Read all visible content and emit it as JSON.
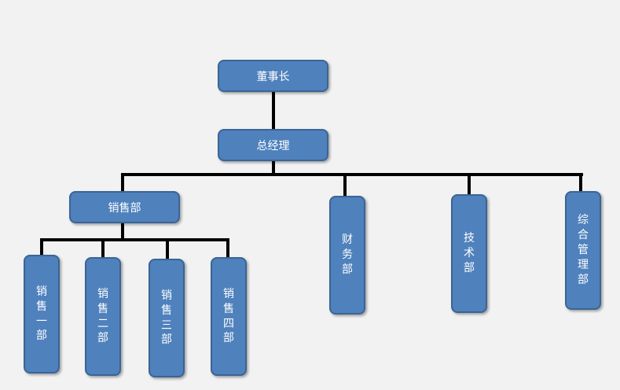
{
  "org_chart": {
    "chairman": "董事长",
    "general_manager": "总经理",
    "sales_department": "销售部",
    "sales_sub_departments": [
      "销售一部",
      "销售二部",
      "销售三部",
      "销售四部"
    ],
    "finance_department": "财务部",
    "technology_department": "技术部",
    "general_management_department": "综合管理部"
  }
}
